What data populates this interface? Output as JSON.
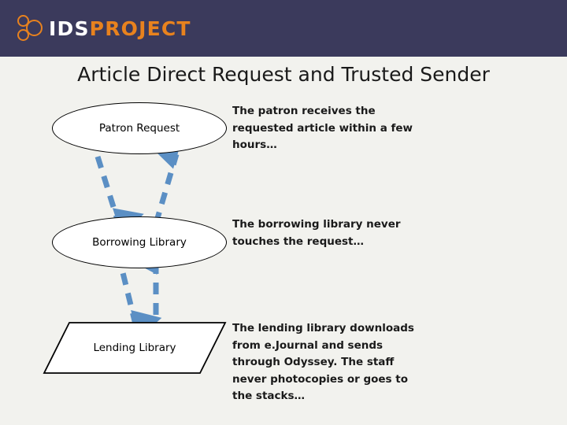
{
  "header": {
    "logo_primary": "IDS",
    "logo_secondary": "PROJECT",
    "logo_icon": "three-rings-logo-icon",
    "band_color": "#3b3a5c",
    "accent_color": "#e8821e"
  },
  "slide": {
    "title": "Article Direct Request and Trusted Sender",
    "background_color": "#f2f2ee"
  },
  "diagram": {
    "arrow_color": "#5b8fc4",
    "nodes": [
      {
        "id": "patron",
        "label": "Patron Request",
        "shape": "ellipse"
      },
      {
        "id": "borrowing",
        "label": "Borrowing Library",
        "shape": "ellipse"
      },
      {
        "id": "lending",
        "label": "Lending Library",
        "shape": "parallelogram"
      }
    ],
    "notes": [
      {
        "id": "patron",
        "text": "The patron receives the requested article within a few hours…"
      },
      {
        "id": "borrowing",
        "text": "The borrowing library never touches the request…"
      },
      {
        "id": "lending",
        "text": "The lending library downloads from e.Journal and sends through Odyssey. The staff never photocopies or goes to the stacks…"
      }
    ]
  }
}
